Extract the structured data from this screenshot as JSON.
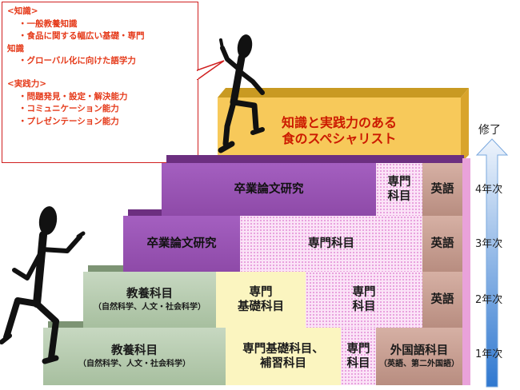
{
  "knowledge_box": {
    "knowledge_heading": "<知識>",
    "knowledge_item1": "・一般教養知識",
    "knowledge_item2_line1": "・食品に関する幅広い基礎・専門",
    "knowledge_item2_line2": "知識",
    "knowledge_item3": "・グローバル化に向けた語学力",
    "practice_heading": "<実践力>",
    "practice_item1": "・問題発見・設定・解決能力",
    "practice_item2": "・コミュニケーション能力",
    "practice_item3": "・プレゼンテーション能力"
  },
  "goal": {
    "line1": "知識と実践力のある",
    "line2": "食のスペシャリスト"
  },
  "year4": {
    "thesis": "卒業論文研究",
    "specialized_line1": "専門",
    "specialized_line2": "科目",
    "english": "英語",
    "label": "4年次"
  },
  "year3": {
    "thesis": "卒業論文研究",
    "specialized": "専門科目",
    "english": "英語",
    "label": "3年次"
  },
  "year2": {
    "liberal": "教養科目",
    "liberal_sub": "（自然科学、人文・社会科学）",
    "basic_line1": "専門",
    "basic_line2": "基礎科目",
    "specialized_line1": "専門",
    "specialized_line2": "科目",
    "english": "英語",
    "label": "2年次"
  },
  "year1": {
    "liberal": "教養科目",
    "liberal_sub": "（自然科学、人文・社会科学）",
    "basic_line1": "専門基礎科目、",
    "basic_line2": "補習科目",
    "specialized_line1": "専門",
    "specialized_line2": "科目",
    "foreign": "外国語科目",
    "foreign_sub": "（英語、第二外国語）",
    "label": "1年次"
  },
  "completion_label": "修了",
  "colors": {
    "accent_red": "#e53a1a",
    "purple": "#9b59b6",
    "green": "#b9cdb3",
    "goal_orange": "#f6c24a",
    "arrow_blue": "#4a8fd8"
  }
}
